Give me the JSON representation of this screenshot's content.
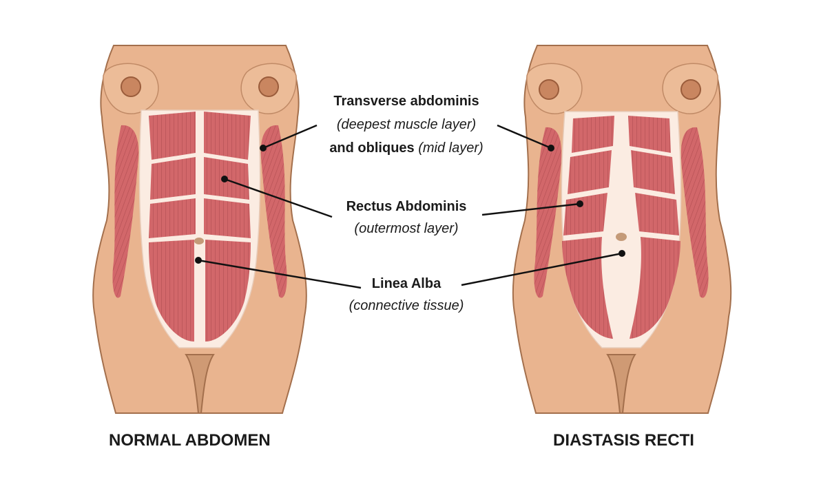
{
  "figures": [
    {
      "caption": "NORMAL ABDOMEN"
    },
    {
      "caption": "DIASTASIS RECTI"
    }
  ],
  "labels": {
    "transverse": {
      "title": "Transverse abdominis",
      "subtitle": "(deepest muscle layer)",
      "extra_bold": "and obliques",
      "extra_italic": "(mid layer)"
    },
    "rectus": {
      "title": "Rectus Abdominis",
      "subtitle": "(outermost layer)"
    },
    "linea": {
      "title": "Linea Alba",
      "subtitle": "(connective tissue)"
    }
  },
  "colors": {
    "skin": "#e9b48f",
    "skin_outline": "#a36f4c",
    "muscle": "#d2676a",
    "muscle_stripe": "#b24e52",
    "tissue": "#fbece2",
    "nipple": "#b87450",
    "leader_line": "#111111"
  }
}
